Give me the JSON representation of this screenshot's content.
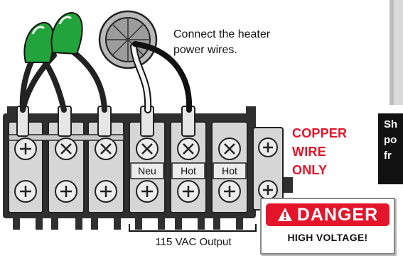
{
  "diagram": {
    "caption_lines": [
      "Connect the heater",
      "power wires."
    ],
    "copper_lines": [
      "COPPER",
      "WIRE",
      "ONLY"
    ],
    "terminal_labels": [
      "Neu",
      "Hot",
      "Hot"
    ],
    "output_label": "115 VAC Output",
    "danger_title": "DANGER",
    "danger_subtitle": "HIGH VOLTAGE!",
    "side_note_lines": [
      "Sh",
      "po",
      "fr"
    ]
  },
  "colors": {
    "accent_red": "#e4152a",
    "wire_nut_green": "#23a33b",
    "terminal_block": "#3a3a3a",
    "terminal_plate": "#d6d6d6"
  }
}
